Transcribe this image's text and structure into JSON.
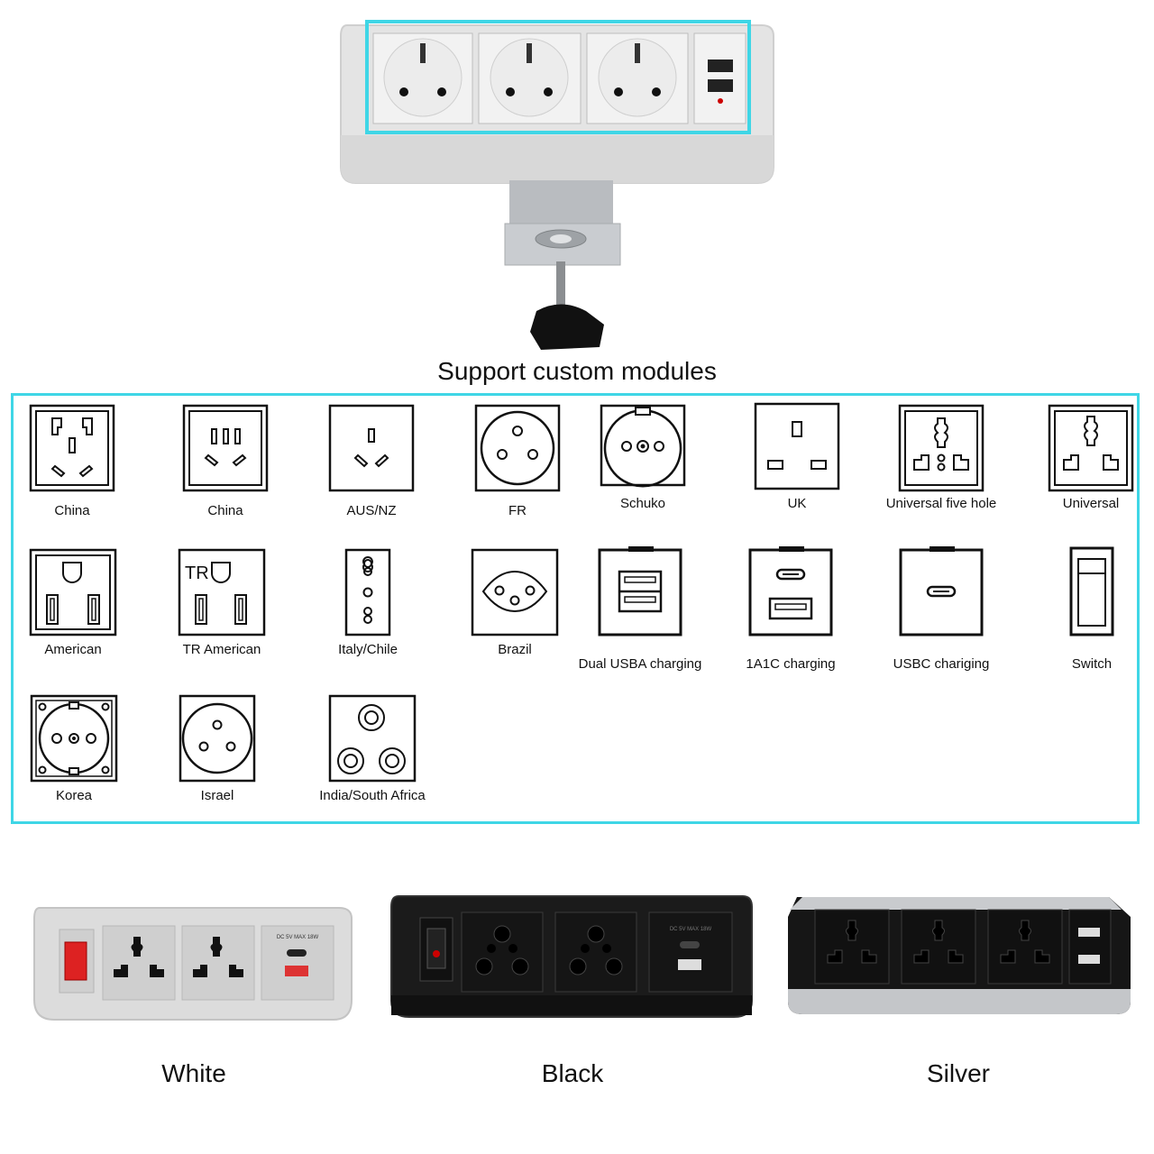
{
  "title": "Support custom modules",
  "modules": [
    {
      "label": "China",
      "icon": "china-5pin-socket-icon"
    },
    {
      "label": "China",
      "icon": "china-3pin-socket-icon"
    },
    {
      "label": "AUS/NZ",
      "icon": "aus-nz-socket-icon"
    },
    {
      "label": "FR",
      "icon": "fr-socket-icon"
    },
    {
      "label": "Schuko",
      "icon": "schuko-socket-icon"
    },
    {
      "label": "UK",
      "icon": "uk-socket-icon"
    },
    {
      "label": "Universal five hole",
      "icon": "universal-five-hole-socket-icon"
    },
    {
      "label": "Universal",
      "icon": "universal-socket-icon"
    },
    {
      "label": "American",
      "icon": "american-socket-icon"
    },
    {
      "label": "TR American",
      "icon": "tr-american-socket-icon"
    },
    {
      "label": "Italy/Chile",
      "icon": "italy-chile-socket-icon"
    },
    {
      "label": "Brazil",
      "icon": "brazil-socket-icon"
    },
    {
      "label": "Dual USBA charging",
      "icon": "dual-usba-icon"
    },
    {
      "label": "1A1C charging",
      "icon": "usba-usbc-icon"
    },
    {
      "label": "USBC chariging",
      "icon": "usbc-icon"
    },
    {
      "label": "Switch",
      "icon": "switch-icon"
    },
    {
      "label": "Korea",
      "icon": "korea-socket-icon"
    },
    {
      "label": "Israel",
      "icon": "israel-socket-icon"
    },
    {
      "label": "India/South Africa",
      "icon": "india-south-africa-socket-icon"
    }
  ],
  "tr_mark": "TR",
  "variants": [
    {
      "label": "White",
      "body_color": "#dcdcdc"
    },
    {
      "label": "Black",
      "body_color": "#1a1a1a"
    },
    {
      "label": "Silver",
      "body_color": "#c8c8c8"
    }
  ],
  "usb_module_text": "DC 5V MAX 18W",
  "colors": {
    "highlight": "#3fd6e6",
    "outline": "#111111"
  }
}
